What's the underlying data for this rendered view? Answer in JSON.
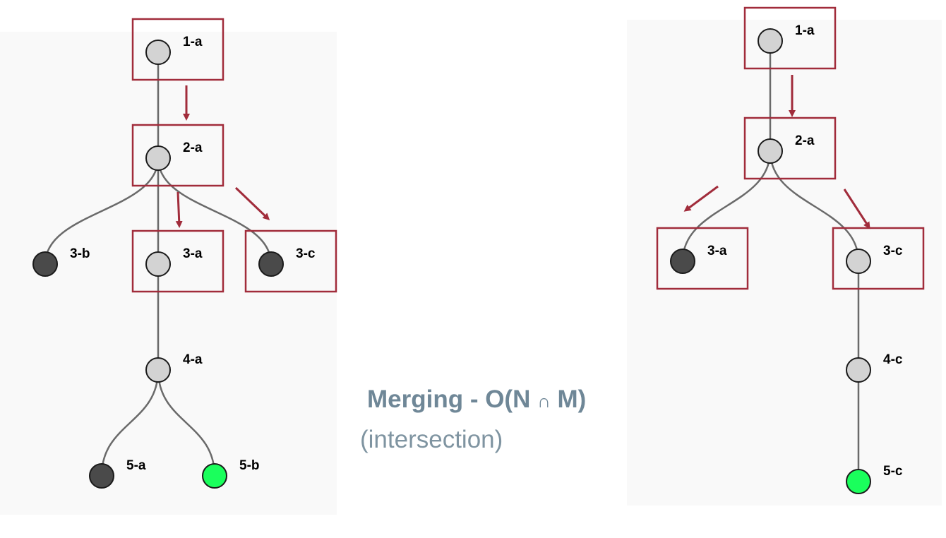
{
  "caption": {
    "title_prefix": "Merging - O(N",
    "operator": "∩",
    "title_suffix": "M)",
    "subtitle": "(intersection)"
  },
  "colors": {
    "panel_bg": "#f9f9f9",
    "node_default": "#d3d3d3",
    "node_dark": "#4a4a4a",
    "node_target": "#1aff5c",
    "edge": "#6a6a6a",
    "highlight": "#a12c3b",
    "caption": "#6f8797"
  },
  "trees": {
    "left": {
      "nodes": [
        {
          "id": "1-a",
          "label": "1-a",
          "kind": "default",
          "highlighted": true
        },
        {
          "id": "2-a",
          "label": "2-a",
          "kind": "default",
          "highlighted": true
        },
        {
          "id": "3-b",
          "label": "3-b",
          "kind": "dark",
          "highlighted": false
        },
        {
          "id": "3-a",
          "label": "3-a",
          "kind": "default",
          "highlighted": true
        },
        {
          "id": "3-c",
          "label": "3-c",
          "kind": "dark",
          "highlighted": true
        },
        {
          "id": "4-a",
          "label": "4-a",
          "kind": "default",
          "highlighted": false
        },
        {
          "id": "5-a",
          "label": "5-a",
          "kind": "dark",
          "highlighted": false
        },
        {
          "id": "5-b",
          "label": "5-b",
          "kind": "target",
          "highlighted": false
        }
      ],
      "edges": [
        [
          "1-a",
          "2-a"
        ],
        [
          "2-a",
          "3-b"
        ],
        [
          "2-a",
          "3-a"
        ],
        [
          "2-a",
          "3-c"
        ],
        [
          "3-a",
          "4-a"
        ],
        [
          "4-a",
          "5-a"
        ],
        [
          "4-a",
          "5-b"
        ]
      ]
    },
    "right": {
      "nodes": [
        {
          "id": "1-a",
          "label": "1-a",
          "kind": "default",
          "highlighted": true
        },
        {
          "id": "2-a",
          "label": "2-a",
          "kind": "default",
          "highlighted": true
        },
        {
          "id": "3-a",
          "label": "3-a",
          "kind": "dark",
          "highlighted": true
        },
        {
          "id": "3-c",
          "label": "3-c",
          "kind": "default",
          "highlighted": true
        },
        {
          "id": "4-c",
          "label": "4-c",
          "kind": "default",
          "highlighted": false
        },
        {
          "id": "5-c",
          "label": "5-c",
          "kind": "target",
          "highlighted": false
        }
      ],
      "edges": [
        [
          "1-a",
          "2-a"
        ],
        [
          "2-a",
          "3-a"
        ],
        [
          "2-a",
          "3-c"
        ],
        [
          "3-c",
          "4-c"
        ],
        [
          "4-c",
          "5-c"
        ]
      ]
    }
  }
}
